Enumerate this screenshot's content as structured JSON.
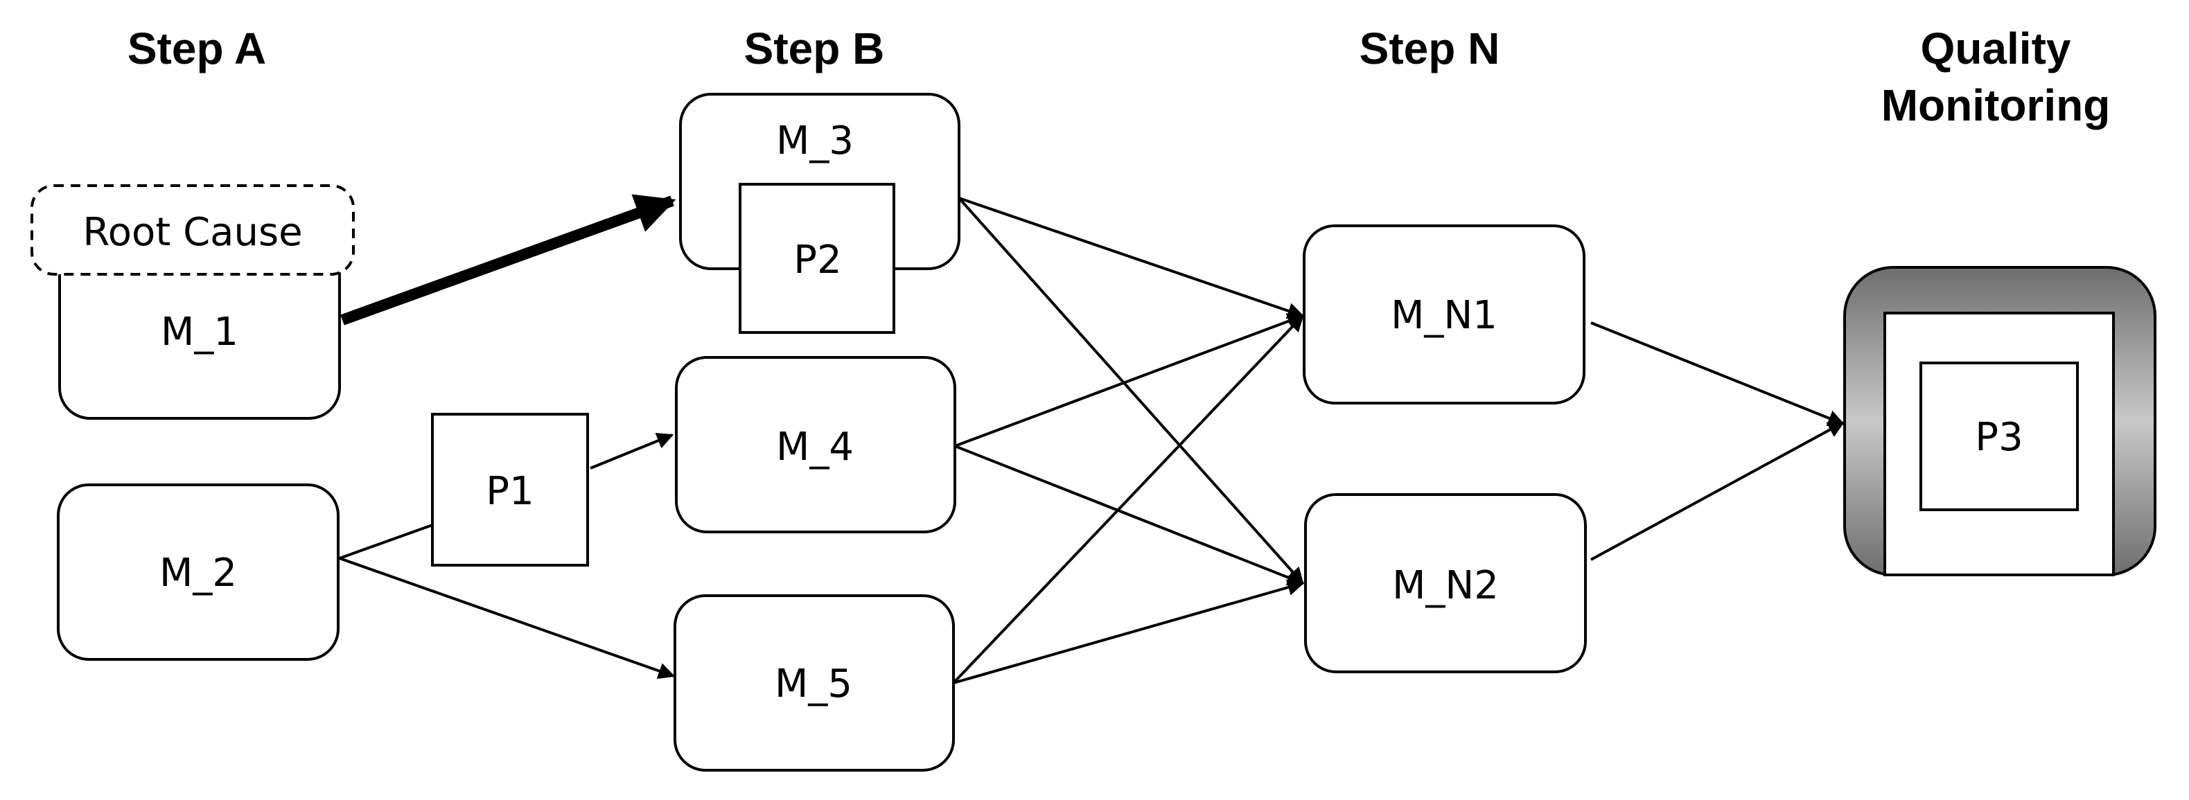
{
  "headers": {
    "step_a": "Step A",
    "step_b": "Step B",
    "step_n": "Step N",
    "quality_line1": "Quality",
    "quality_line2": "Monitoring"
  },
  "nodes": {
    "root_cause": "Root Cause",
    "m1": "M_1",
    "m2": "M_2",
    "m3": "M_3",
    "m4": "M_4",
    "m5": "M_5",
    "mn1": "M_N1",
    "mn2": "M_N2",
    "p1": "P1",
    "p2": "P2",
    "p3": "P3"
  },
  "colors": {
    "stroke": "#000000",
    "monitor_dark": "#6e6e6e",
    "monitor_light": "#c8c8c8"
  }
}
